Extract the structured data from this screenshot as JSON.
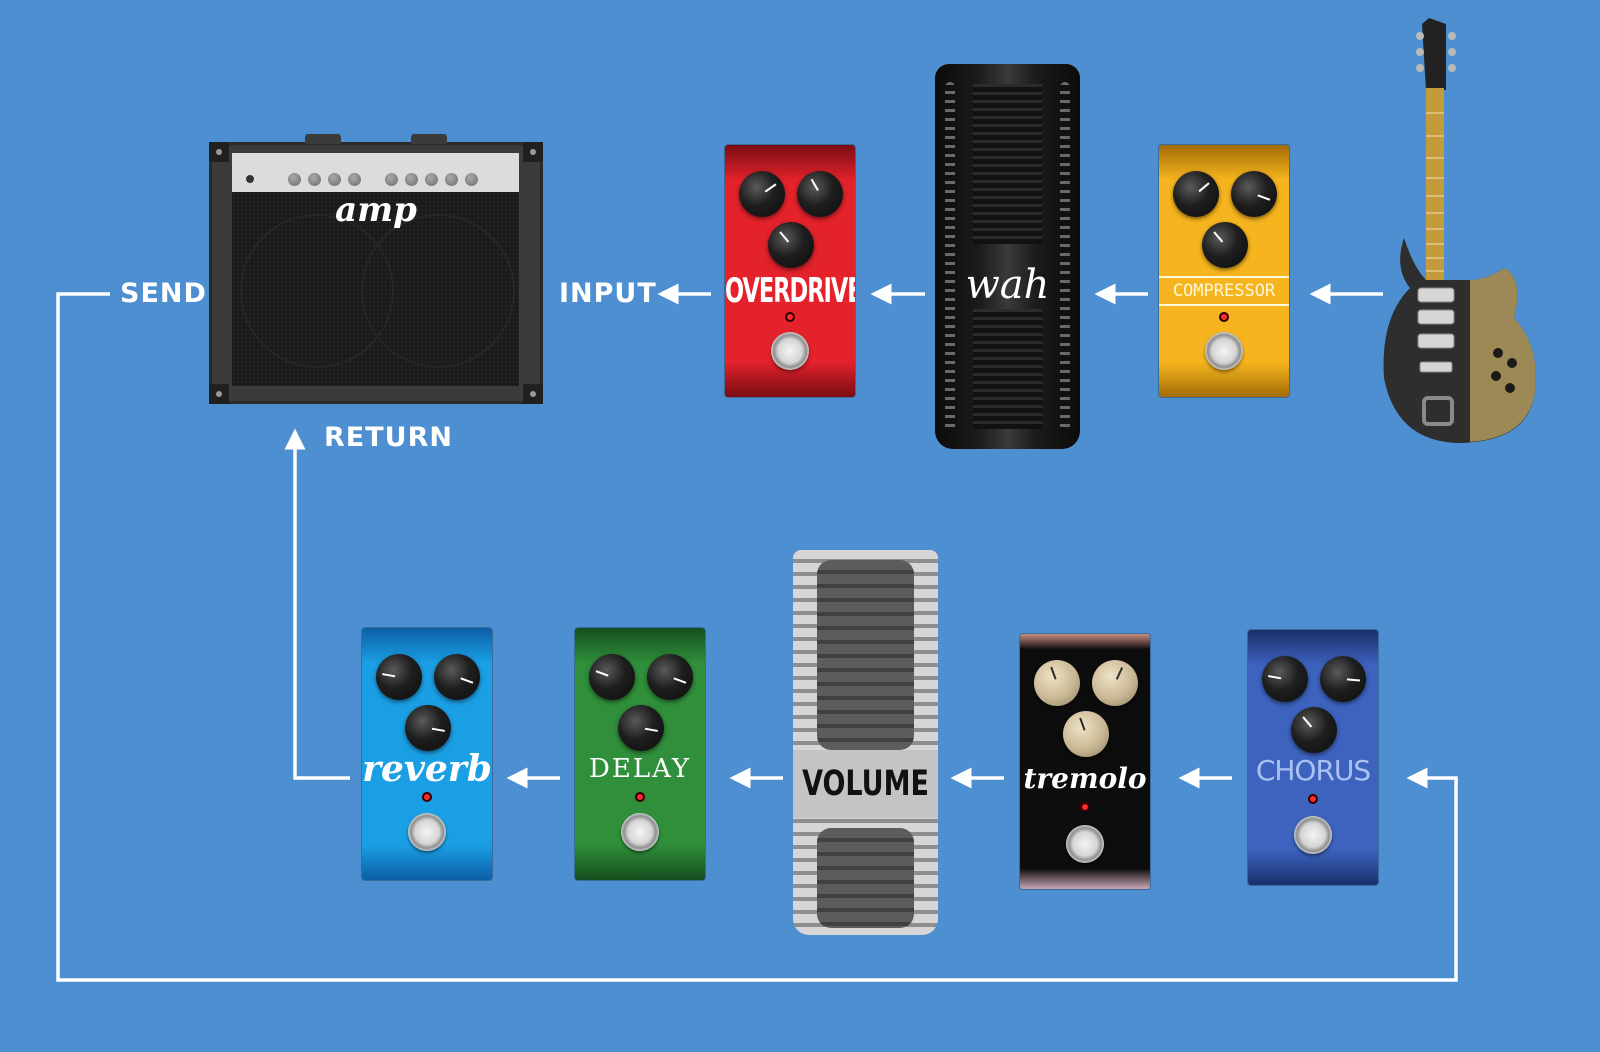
{
  "labels": {
    "send": "SEND",
    "input": "INPUT",
    "return": "RETURN"
  },
  "amp": {
    "name": "amp"
  },
  "top_chain": {
    "overdrive": "OVERDRIVE",
    "wah": "wah",
    "compressor": "COMPRESSOR"
  },
  "bottom_chain": {
    "reverb": "reverb",
    "delay": "DELAY",
    "volume": "VOLUME",
    "tremolo": "tremolo",
    "chorus": "CHORUS"
  },
  "colors": {
    "background": "#4d8fd1",
    "line": "#ffffff",
    "overdrive": "#e3222b",
    "compressor": "#f6b51e",
    "reverb": "#1b9fe4",
    "delay": "#2f8f3a",
    "tremolo": "#0d0d0d",
    "chorus": "#3d63bf"
  }
}
